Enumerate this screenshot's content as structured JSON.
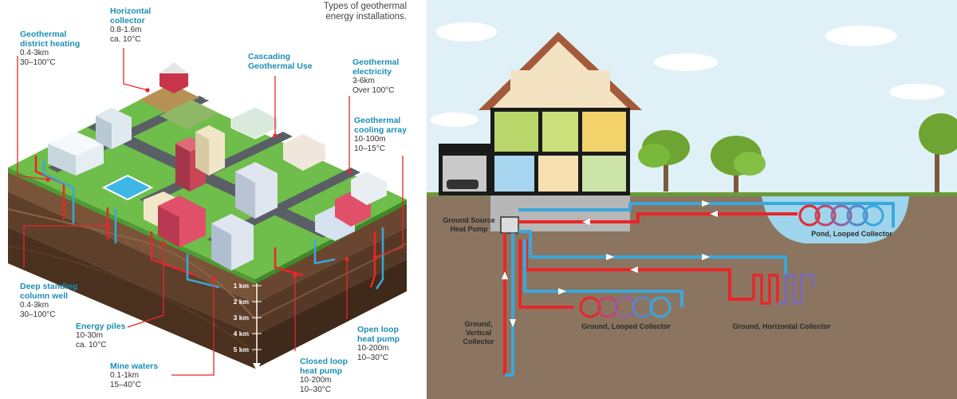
{
  "left_panel": {
    "note_line1": "Types of geothermal",
    "note_line2": "energy installations.",
    "depth_ticks": [
      "1 km",
      "2 km",
      "3 km",
      "4 km",
      "5 km"
    ],
    "labels": [
      {
        "title_lines": [
          "Horizontal",
          "collector"
        ],
        "detail_lines": [
          "0.8-1.6m",
          "ca. 10°C"
        ]
      },
      {
        "title_lines": [
          "Geothermal",
          "district heating"
        ],
        "detail_lines": [
          "0.4-3km",
          "30–100°C"
        ]
      },
      {
        "title_lines": [
          "Cascading",
          "Geothermal Use"
        ],
        "detail_lines": []
      },
      {
        "title_lines": [
          "Geothermal",
          "electricity"
        ],
        "detail_lines": [
          "3-6km",
          "Over 100°C"
        ]
      },
      {
        "title_lines": [
          "Geothermal",
          "cooling array"
        ],
        "detail_lines": [
          "10-100m",
          "10–15°C"
        ]
      },
      {
        "title_lines": [
          "Deep standing",
          "column well"
        ],
        "detail_lines": [
          "0.4-3km",
          "30–100°C"
        ]
      },
      {
        "title_lines": [
          "Energy piles"
        ],
        "detail_lines": [
          "10-30m",
          "ca. 10°C"
        ]
      },
      {
        "title_lines": [
          "Mine waters"
        ],
        "detail_lines": [
          "0.1-1km",
          "15–40°C"
        ]
      },
      {
        "title_lines": [
          "Closed loop",
          "heat pump"
        ],
        "detail_lines": [
          "10-200m",
          "10–30°C"
        ]
      },
      {
        "title_lines": [
          "Open loop",
          "heat pump"
        ],
        "detail_lines": [
          "10-200m",
          "10–30°C"
        ]
      }
    ]
  },
  "right_panel": {
    "ground_source_line1": "Ground Source",
    "ground_source_line2": "Heat Pump",
    "pond_label": "Pond, Looped Collector",
    "ground_looped_label": "Ground, Looped Collector",
    "ground_horizontal_label": "Ground, Horizontal Collector",
    "vertical_line1": "Ground,",
    "vertical_line2": "Vertical",
    "vertical_line3": "Collector"
  },
  "colors": {
    "hot_pipe": "#e8262a",
    "cold_pipe": "#3aa7dc",
    "label_title": "#1b8fb5",
    "grass": "#6fbd4a",
    "soil": "#6b4a33",
    "sky": "#dff1f7",
    "ground_right": "#8b7560"
  }
}
